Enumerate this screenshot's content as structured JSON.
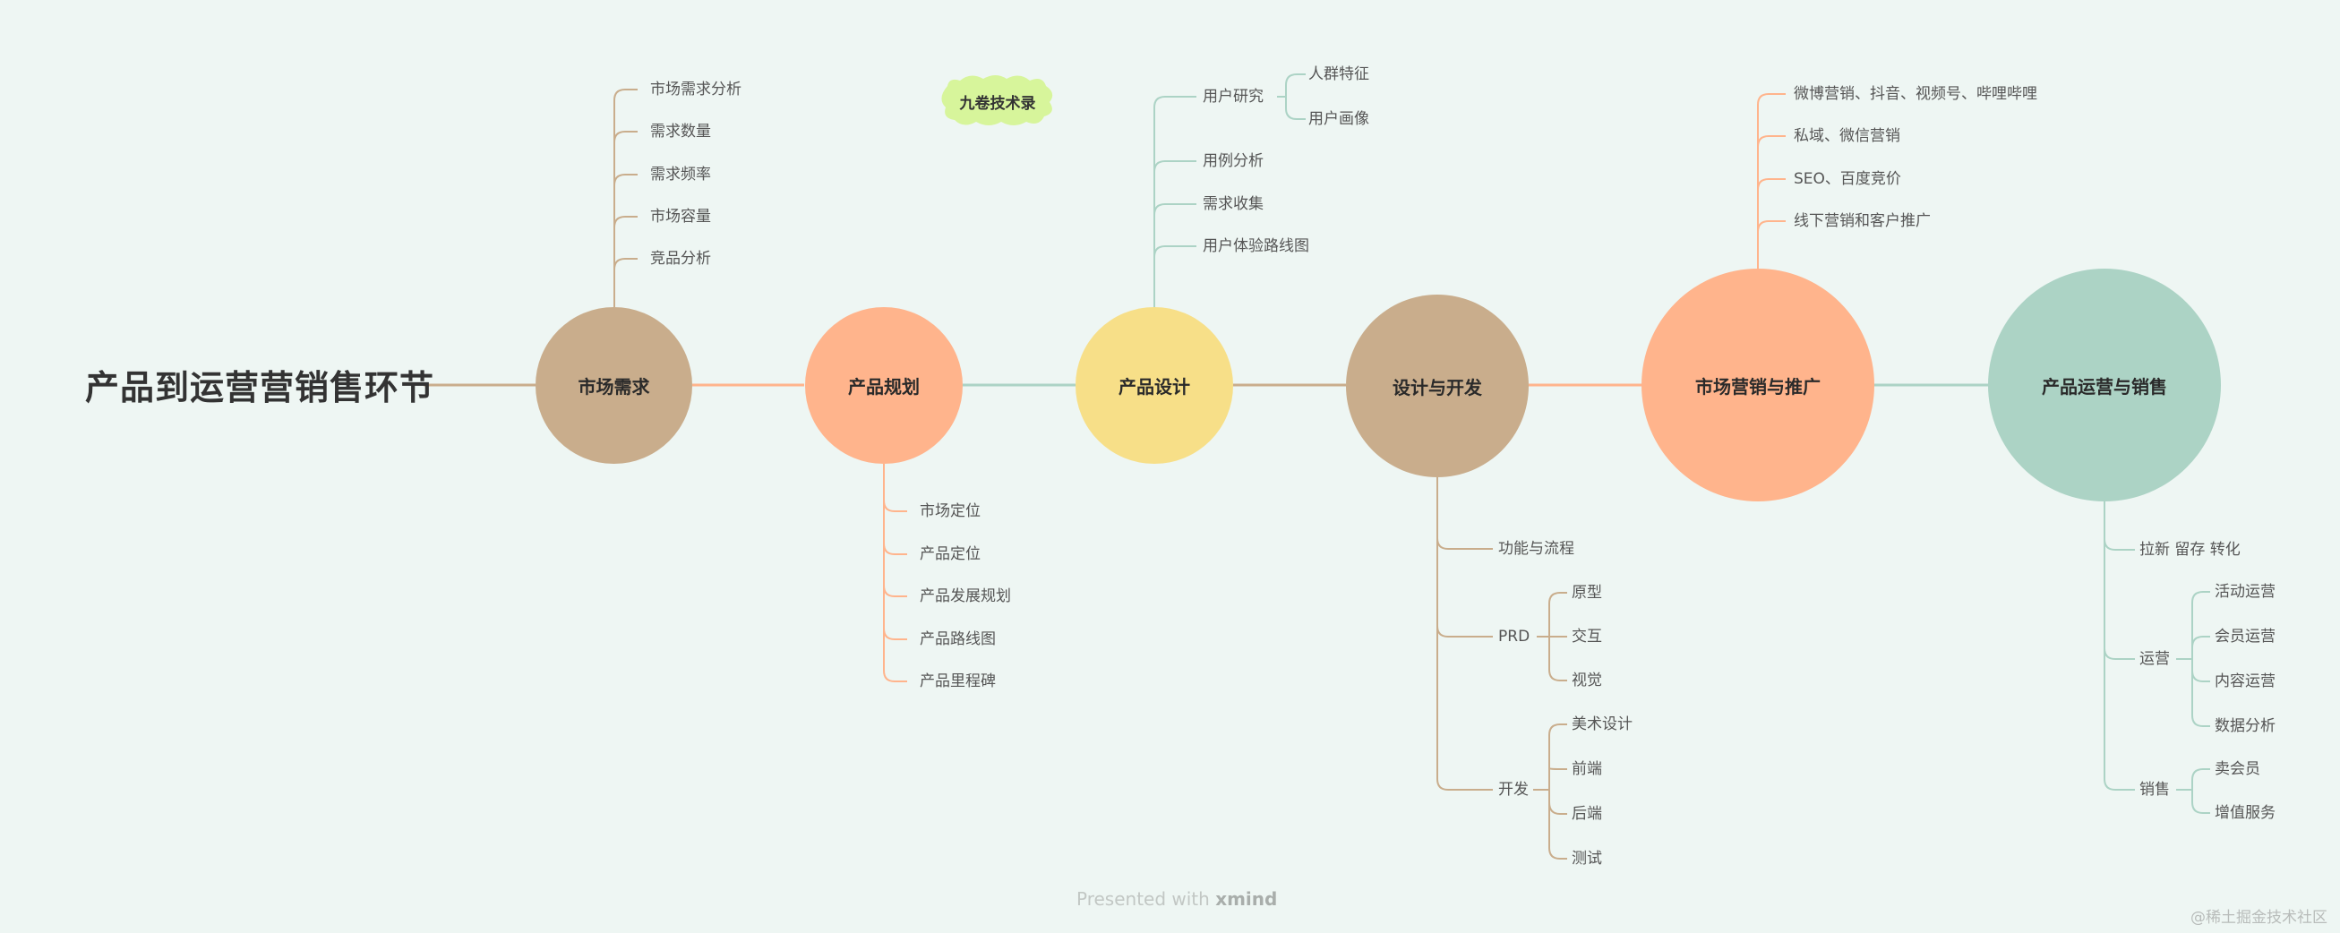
{
  "title": "产品到运营营销售环节",
  "badge": "九卷技术录",
  "footer": {
    "prefix": "Presented with",
    "brand": "xmind"
  },
  "watermark": "@稀土掘金技术社区",
  "colors": {
    "tan": "#c9ad8c",
    "salmon": "#ffb48c",
    "yellow": "#f7df88",
    "teal": "#acd3c5",
    "badge": "#d7f59b"
  },
  "nodes": {
    "market_demand": "市场需求",
    "product_planning": "产品规划",
    "product_design": "产品设计",
    "design_dev": "设计与开发",
    "marketing": "市场营销与推广",
    "ops_sales": "产品运营与销售"
  },
  "market_demand": [
    "市场需求分析",
    "需求数量",
    "需求频率",
    "市场容量",
    "竞品分析"
  ],
  "product_planning": [
    "市场定位",
    "产品定位",
    "产品发展规划",
    "产品路线图",
    "产品里程碑"
  ],
  "product_design": {
    "user_research": {
      "label": "用户研究",
      "children": [
        "人群特征",
        "用户画像"
      ]
    },
    "items": [
      "用例分析",
      "需求收集",
      "用户体验路线图"
    ]
  },
  "design_dev": {
    "func": "功能与流程",
    "prd": {
      "label": "PRD",
      "children": [
        "原型",
        "交互",
        "视觉"
      ]
    },
    "dev": {
      "label": "开发",
      "children": [
        "美术设计",
        "前端",
        "后端",
        "测试"
      ]
    }
  },
  "marketing": [
    "微博营销、抖音、视频号、哔哩哔哩",
    "私域、微信营销",
    "SEO、百度竞价",
    "线下营销和客户推广"
  ],
  "ops_sales": {
    "acquire": "拉新 留存 转化",
    "ops": {
      "label": "运营",
      "children": [
        "活动运营",
        "会员运营",
        "内容运营",
        "数据分析"
      ]
    },
    "sales": {
      "label": "销售",
      "children": [
        "卖会员",
        "增值服务"
      ]
    }
  }
}
